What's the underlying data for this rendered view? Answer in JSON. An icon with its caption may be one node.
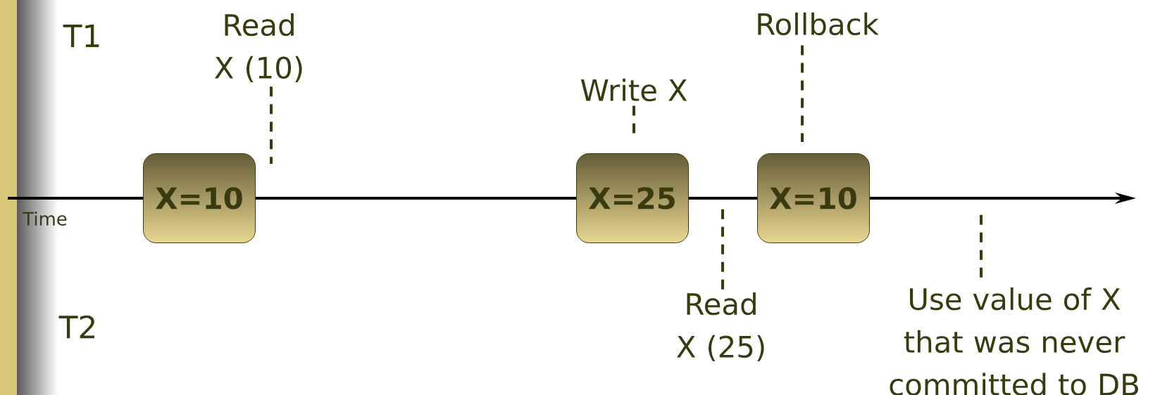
{
  "diagram": {
    "nodes": [
      {
        "text": [
          "Read X (10)"
        ]
      },
      {
        "text": [
          "X=10"
        ]
      },
      {
        "text": [
          "Write X"
        ]
      },
      {
        "text": [
          "X=25"
        ]
      },
      {
        "text": [
          "Rollback"
        ]
      },
      {
        "text": [
          "X=10"
        ]
      },
      {
        "text": [
          "Read X (25)"
        ]
      },
      {
        "text": [
          "Use value of X that was never committed to DB"
        ]
      }
    ],
    "edges": [
      {
        "from": 0,
        "to": null,
        "arrow": "none",
        "style": "dashed"
      },
      {
        "from": 2,
        "to": 3,
        "arrow": "none",
        "style": "dashed"
      },
      {
        "from": 4,
        "to": 5,
        "arrow": "none",
        "style": "dashed"
      },
      {
        "from": 6,
        "to": null,
        "arrow": "none",
        "style": "dashed"
      },
      {
        "from": 7,
        "to": null,
        "arrow": "none",
        "style": "dashed"
      }
    ],
    "labels": [
      "T1",
      "Time",
      "T2"
    ]
  }
}
